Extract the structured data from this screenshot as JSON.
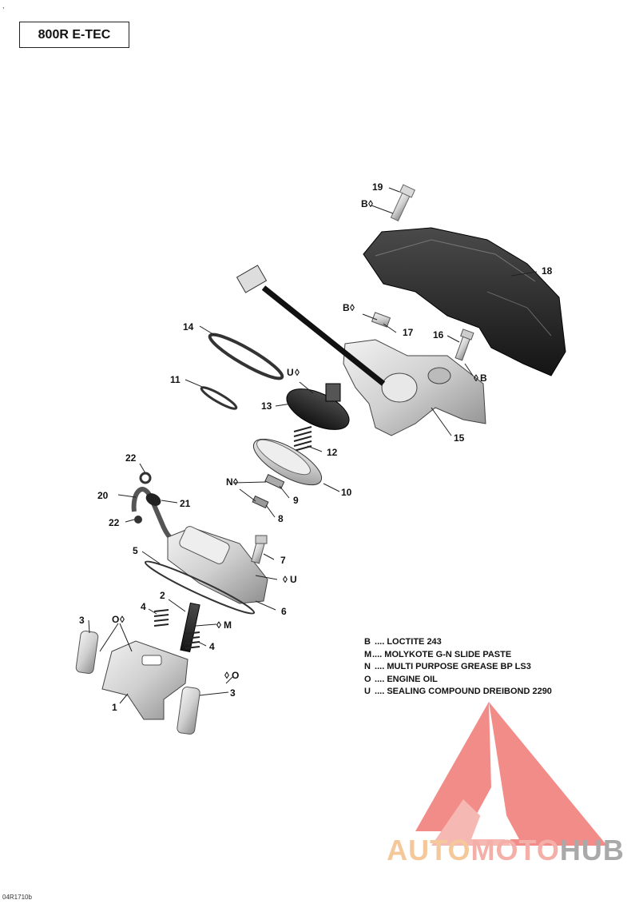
{
  "top_mark": ",",
  "model": "800R E-TEC",
  "figure_code": "04R1710b",
  "callouts": {
    "c1": "1",
    "c2": "2",
    "c3a": "3",
    "c3b": "3",
    "c4a": "4",
    "c4b": "4",
    "c5": "5",
    "c6": "6",
    "c7": "7",
    "c8": "8",
    "c9": "9",
    "c10": "10",
    "c11": "11",
    "c12": "12",
    "c13": "13",
    "c14": "14",
    "c15": "15",
    "c16": "16",
    "c17": "17",
    "c18": "18",
    "c19": "19",
    "c20": "20",
    "c21": "21",
    "c22a": "22",
    "c22b": "22"
  },
  "lube_marks": {
    "b19": "B",
    "b17": "B",
    "b16": "B",
    "u13": "U",
    "n9": "N",
    "u6": "U",
    "m2": "M",
    "o3a": "O",
    "o3b": "O"
  },
  "legend": [
    {
      "code": "B",
      "text": " .... LOCTITE 243"
    },
    {
      "code": "M",
      "text": "....  MOLYKOTE G-N SLIDE PASTE"
    },
    {
      "code": "N",
      "text": " .... MULTI PURPOSE GREASE BP LS3"
    },
    {
      "code": "O",
      "text": " .... ENGINE OIL"
    },
    {
      "code": "U",
      "text": " .... SEALING COMPOUND DREIBOND 2290"
    }
  ],
  "watermark": {
    "part1": "AUTO",
    "part2": "MOTO",
    "part3": "HUB"
  },
  "colors": {
    "watermark_red": "#e8302a",
    "watermark_orange": "#f4c89a",
    "watermark_gray": "#a9a9a9"
  }
}
